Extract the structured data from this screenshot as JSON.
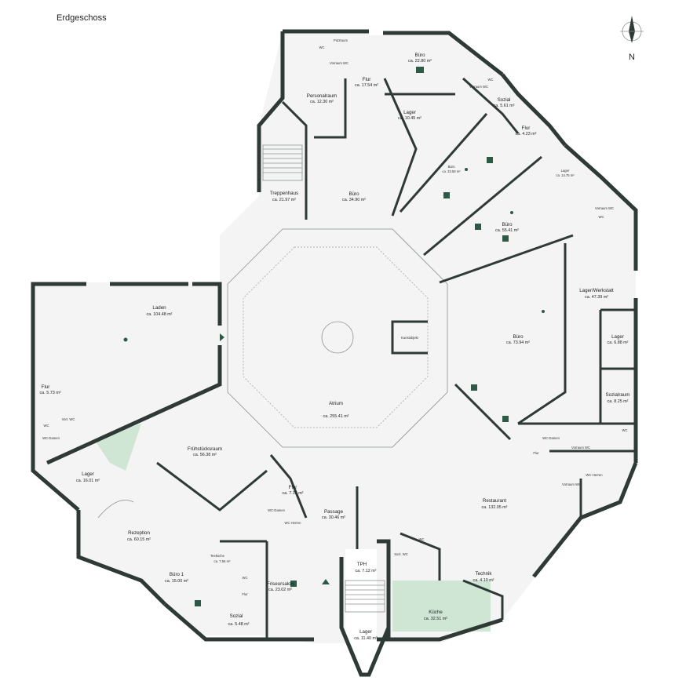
{
  "title": "Erdgeschoss",
  "compass": {
    "label": "N"
  },
  "colors": {
    "wall": "#2f3a36",
    "accent": "#2d5a46",
    "kitchen": "#cfe6d5",
    "floor": "#f3f4f3"
  },
  "rooms": [
    {
      "id": "treppenhaus",
      "name": "Treppenhaus",
      "area": "ca. 21.97 m²"
    },
    {
      "id": "personalraum",
      "name": "Personalraum",
      "area": "ca. 12.30 m²"
    },
    {
      "id": "flur-1",
      "name": "Flur",
      "area": "ca. 17.54 m²"
    },
    {
      "id": "buero-1",
      "name": "Büro",
      "area": "ca. 22.80 m²"
    },
    {
      "id": "lager-1",
      "name": "Lager",
      "area": "ca. 10.45 m²"
    },
    {
      "id": "sozial-1",
      "name": "Sozial",
      "area": "ca. 5.61 m²"
    },
    {
      "id": "flur-2",
      "name": "Flur",
      "area": "ca. 4.23 m²"
    },
    {
      "id": "buero-2",
      "name": "Büro",
      "area": "ca. 34.90 m²"
    },
    {
      "id": "buero-3",
      "name": "Büro",
      "area": "ca. 33.59 m²"
    },
    {
      "id": "lager-2",
      "name": "Lager",
      "area": "ca. 14.75 m²"
    },
    {
      "id": "buero-4",
      "name": "Büro",
      "area": "ca. 55.41 m²"
    },
    {
      "id": "lager-werkstatt",
      "name": "Lager/Werkstatt",
      "area": "ca. 47.39 m²"
    },
    {
      "id": "laden",
      "name": "Laden",
      "area": "ca. 104.48 m²"
    },
    {
      "id": "buero-5",
      "name": "Büro",
      "area": "ca. 73.94 m²"
    },
    {
      "id": "lager-3",
      "name": "Lager",
      "area": "ca. 6.88 m²"
    },
    {
      "id": "flur-3",
      "name": "Flur",
      "area": "ca. 5.73 m²"
    },
    {
      "id": "atrium",
      "name": "Atrium",
      "area": "ca. 255.41 m²"
    },
    {
      "id": "sozialraum",
      "name": "Sozialraum",
      "area": "ca. 8.25 m²"
    },
    {
      "id": "fruehstuecksraum",
      "name": "Frühstücksraum",
      "area": "ca. 56.38 m²"
    },
    {
      "id": "lager-4",
      "name": "Lager",
      "area": "ca. 16.01 m²"
    },
    {
      "id": "flur-4",
      "name": "Flur",
      "area": "ca. 7.16 m²"
    },
    {
      "id": "restaurant",
      "name": "Restaurant",
      "area": "ca. 132.05 m²"
    },
    {
      "id": "passage",
      "name": "Passage",
      "area": "ca. 30.46 m²"
    },
    {
      "id": "rezeption",
      "name": "Rezeption",
      "area": "ca. 60.15 m²"
    },
    {
      "id": "teekueche",
      "name": "Teeküche",
      "area": "ca. 7.56 m²"
    },
    {
      "id": "buero-6",
      "name": "Büro 1",
      "area": "ca. 15.00 m²"
    },
    {
      "id": "friseursalon",
      "name": "Friseursalon",
      "area": "ca. 23.02 m²"
    },
    {
      "id": "th",
      "name": "TPH",
      "area": "ca. 7.12 m²"
    },
    {
      "id": "technik",
      "name": "Technik",
      "area": "ca. 4.10 m²"
    },
    {
      "id": "kueche",
      "name": "Küche",
      "area": "ca. 32.51 m²"
    },
    {
      "id": "sozial-2",
      "name": "Sozial",
      "area": "ca. 5.48 m²"
    },
    {
      "id": "lager-5",
      "name": "Lager",
      "area": "ca. 11.40 m²"
    }
  ],
  "small_labels": [
    {
      "id": "wc-top-1",
      "text": "WC"
    },
    {
      "id": "wc-top-2",
      "text": "Vorraum WC"
    },
    {
      "id": "wc-top-3",
      "text": "Putzraum"
    },
    {
      "id": "wc-right-1",
      "text": "WC"
    },
    {
      "id": "wc-right-2",
      "text": "Vorraum WC"
    },
    {
      "id": "wc-right-3",
      "text": "Vorraum WC"
    },
    {
      "id": "wc-right-4",
      "text": "WC"
    },
    {
      "id": "wc-left-1",
      "text": "Vorr. WC"
    },
    {
      "id": "wc-left-2",
      "text": "WC-Damen"
    },
    {
      "id": "wc-left-3",
      "text": "WC"
    },
    {
      "id": "wc-rest-1",
      "text": "WC-Damen"
    },
    {
      "id": "wc-rest-2",
      "text": "WC-Herren"
    },
    {
      "id": "wc-rest-3",
      "text": "Vorraum WC"
    },
    {
      "id": "wc-rest-4",
      "text": "Flur"
    },
    {
      "id": "wc-rest-5",
      "text": "Vorraum WC"
    },
    {
      "id": "wc-rest-6",
      "text": "WC"
    },
    {
      "id": "wc-sw-1",
      "text": "WC"
    },
    {
      "id": "wc-sw-2",
      "text": "Flur"
    },
    {
      "id": "wc-sw-3",
      "text": "WC Herren"
    },
    {
      "id": "wc-sw-4",
      "text": "WC-Damen"
    },
    {
      "id": "wc-kit-1",
      "text": "WC"
    },
    {
      "id": "wc-kit-2",
      "text": "Sozi. WC"
    },
    {
      "id": "kunstobjekt",
      "text": "Kunstobjekt"
    }
  ]
}
